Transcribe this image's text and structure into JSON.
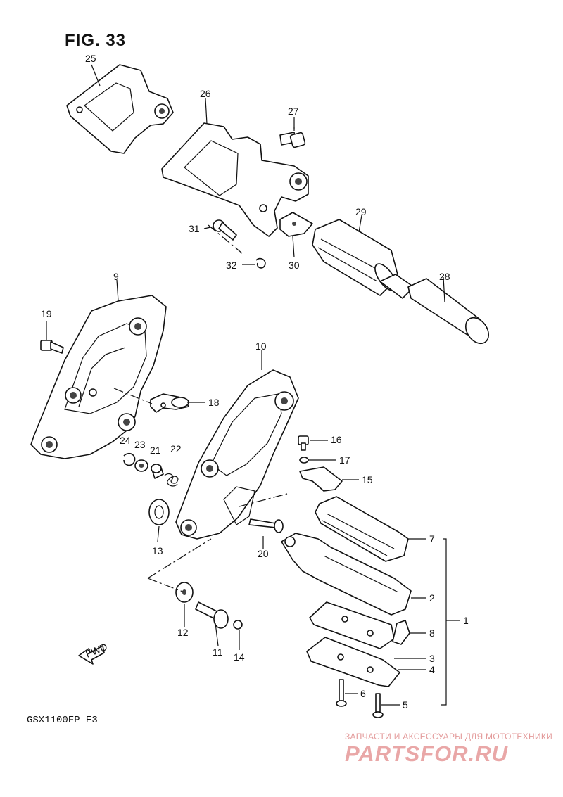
{
  "figure": {
    "title": "FIG. 33",
    "model": "GSX1100FP  E3"
  },
  "fwd_label": "FWD",
  "watermark": {
    "tagline": "ЗАПЧАСТИ И АКСЕССУАРЫ ДЛЯ МОТОТЕХНИКИ",
    "logo": "PARTSFOR.RU"
  },
  "callouts": {
    "c1": "1",
    "c2": "2",
    "c3": "3",
    "c4": "4",
    "c5": "5",
    "c6": "6",
    "c7": "7",
    "c8": "8",
    "c9": "9",
    "c10": "10",
    "c11": "11",
    "c12": "12",
    "c13": "13",
    "c14": "14",
    "c15": "15",
    "c16": "16",
    "c17": "17",
    "c18": "18",
    "c19": "19",
    "c20": "20",
    "c21": "21",
    "c22": "22",
    "c23": "23",
    "c24": "24",
    "c25": "25",
    "c26": "26",
    "c27": "27",
    "c28": "28",
    "c29": "29",
    "c30": "30",
    "c31": "31",
    "c32": "32"
  }
}
